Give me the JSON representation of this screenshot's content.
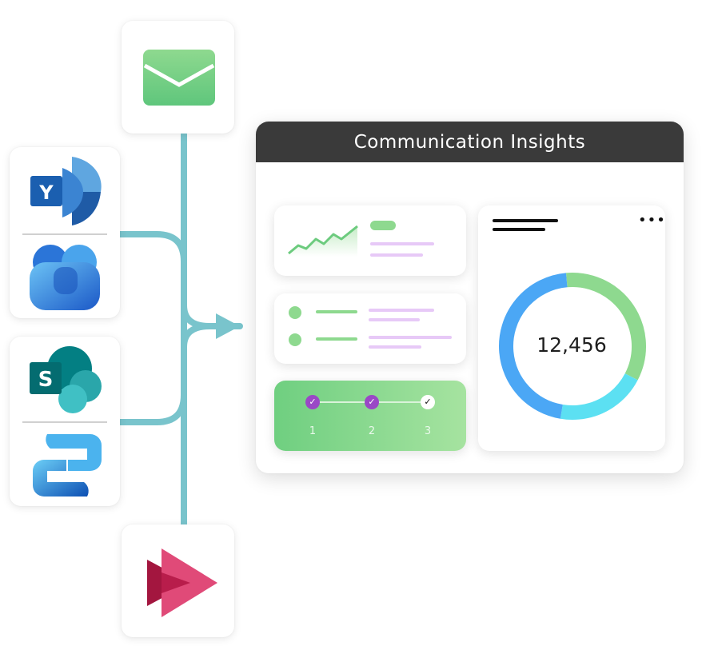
{
  "panel": {
    "title": "Communication Insights"
  },
  "steps": [
    "1",
    "2",
    "3"
  ],
  "donut": {
    "value": "12,456",
    "segments": [
      {
        "color": "#8ED98F",
        "fraction": 0.34
      },
      {
        "color": "#5CE0F2",
        "fraction": 0.2
      },
      {
        "color": "#4BA7F5",
        "fraction": 0.46
      }
    ]
  },
  "sources": [
    {
      "icon": "email-icon",
      "color": "#6CCB7E"
    },
    {
      "icon": "yammer-icon",
      "color": "#2F6DB5"
    },
    {
      "icon": "viva-engage-icon",
      "color": "#3A8EE6"
    },
    {
      "icon": "sharepoint-icon",
      "color": "#138A8F"
    },
    {
      "icon": "power-automate-icon",
      "color": "#1F72D6"
    },
    {
      "icon": "stream-icon",
      "color": "#D6285B"
    }
  ],
  "colors": {
    "connector": "#79C4CC",
    "header": "#3A3A3A",
    "accent_green": "#8ED98F",
    "accent_purple": "#E7C9F7",
    "step_check": "#9A48C6"
  }
}
